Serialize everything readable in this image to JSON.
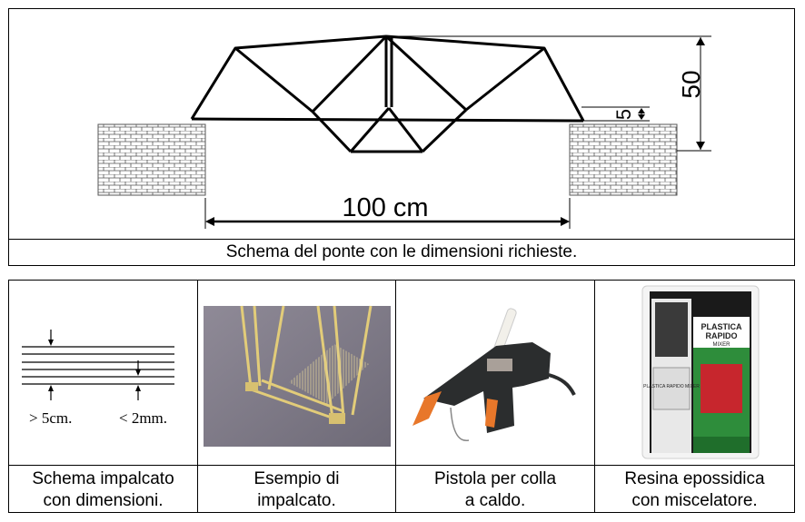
{
  "top_figure": {
    "span_label": "100 cm",
    "height_label": "50",
    "offset_label": "5",
    "caption": "Schema del ponte con le dimensioni richieste."
  },
  "panels": [
    {
      "caption_line1": "Schema impalcato",
      "caption_line2": "con dimensioni.",
      "label_left": "> 5cm.",
      "label_right": "< 2mm."
    },
    {
      "caption_line1": "Esempio di",
      "caption_line2": "impalcato."
    },
    {
      "caption_line1": "Pistola per colla",
      "caption_line2": "a caldo."
    },
    {
      "caption_line1": "Resina epossidica",
      "caption_line2": "con miscelatore.",
      "package_title_1": "PLASTICA",
      "package_title_2": "RAPIDO",
      "package_sub": "MIXER",
      "package_small": "PLASTICA RAPIDO MIXER"
    }
  ]
}
